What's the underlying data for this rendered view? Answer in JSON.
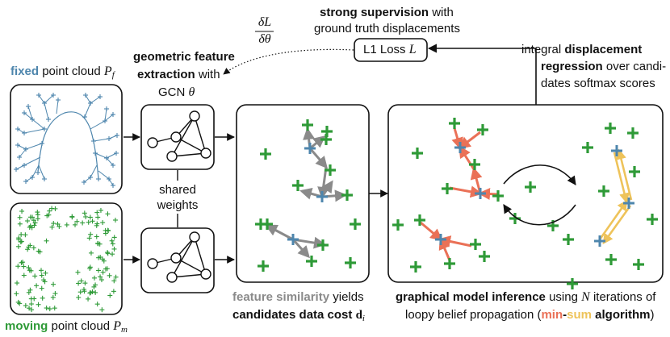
{
  "colors": {
    "fixed": "#4e86ad",
    "moving": "#2e9a37",
    "gray": "#8a8a8a",
    "min": "#ea7157",
    "sum": "#eec35a",
    "dark": "#111111"
  },
  "top": {
    "strong": "strong supervision",
    "with": "with",
    "gt": "ground truth displacements",
    "loss_box": "L1 Loss",
    "loss_var": "L",
    "grad_num": "δL",
    "grad_den": "δθ"
  },
  "left": {
    "fixed_word": "fixed",
    "fixed_rest": "point cloud",
    "fixed_var": "P",
    "fixed_sub": "f",
    "moving_word": "moving",
    "moving_rest": "point cloud",
    "moving_var": "P",
    "moving_sub": "m"
  },
  "gcn": {
    "line1_bold": "geometric feature",
    "line2_bold": "extraction",
    "line2_rest": "with",
    "line3": "GCN",
    "line3_var": "θ",
    "shared1": "shared",
    "shared2": "weights"
  },
  "regression": {
    "line1_a": "integral",
    "line1_b": "displacement",
    "line2_a": "regression",
    "line2_b": "over candi-",
    "line3": "dates softmax scores"
  },
  "similarity": {
    "line1_a": "feature similarity",
    "line1_b": "yields",
    "line2_a": "candidates data cost",
    "line2_var": "d",
    "line2_sub": "i"
  },
  "inference": {
    "line1_a": "graphical model inference",
    "line1_b": "using",
    "line1_var": "N",
    "line1_c": "iterations of",
    "line2_a": "loopy belief propagation (",
    "line2_min": "min",
    "line2_dash": "-",
    "line2_sum": "sum",
    "line2_alg": "algorithm",
    "line2_close": ")"
  }
}
